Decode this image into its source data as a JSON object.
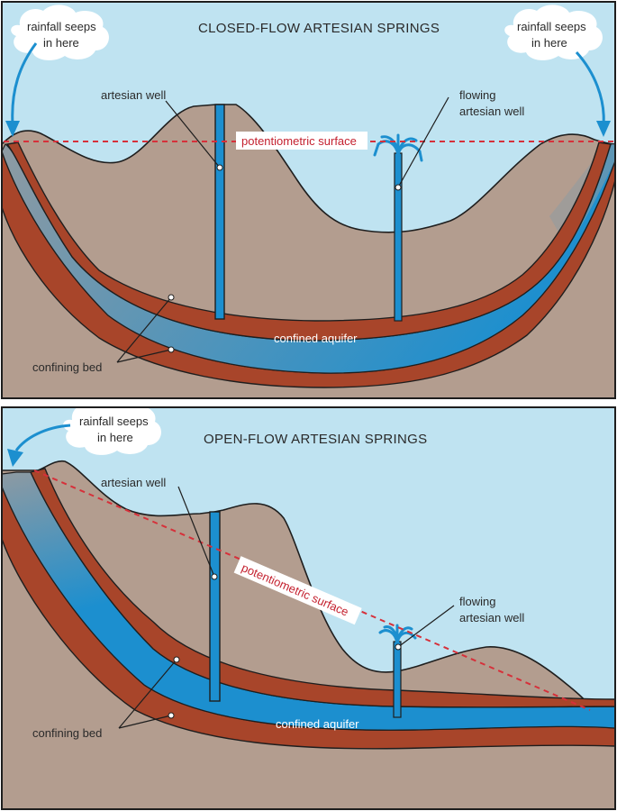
{
  "top_panel": {
    "title": "CLOSED-FLOW ARTESIAN SPRINGS",
    "rain_left_line1": "rainfall seeps",
    "rain_left_line2": "in here",
    "rain_right_line1": "rainfall seeps",
    "rain_right_line2": "in here",
    "artesian_well": "artesian well",
    "flowing_line1": "flowing",
    "flowing_line2": "artesian well",
    "potentiometric_surface": "potentiometric surface",
    "confined_aquifer": "confined aquifer",
    "confining_bed": "confining bed"
  },
  "bottom_panel": {
    "title": "OPEN-FLOW ARTESIAN SPRINGS",
    "rain_line1": "rainfall seeps",
    "rain_line2": "in here",
    "artesian_well": "artesian well",
    "flowing_line1": "flowing",
    "flowing_line2": "artesian well",
    "potentiometric_surface": "potentiometric surface",
    "confined_aquifer": "confined aquifer",
    "confining_bed": "confining bed"
  },
  "colors": {
    "sky": "#bfe3f1",
    "ground": "#b39d8f",
    "confining_bed": "#a8452a",
    "aquifer": "#1c8fcf",
    "dashed_line": "#d6303a",
    "outline": "#1e1e1e"
  }
}
